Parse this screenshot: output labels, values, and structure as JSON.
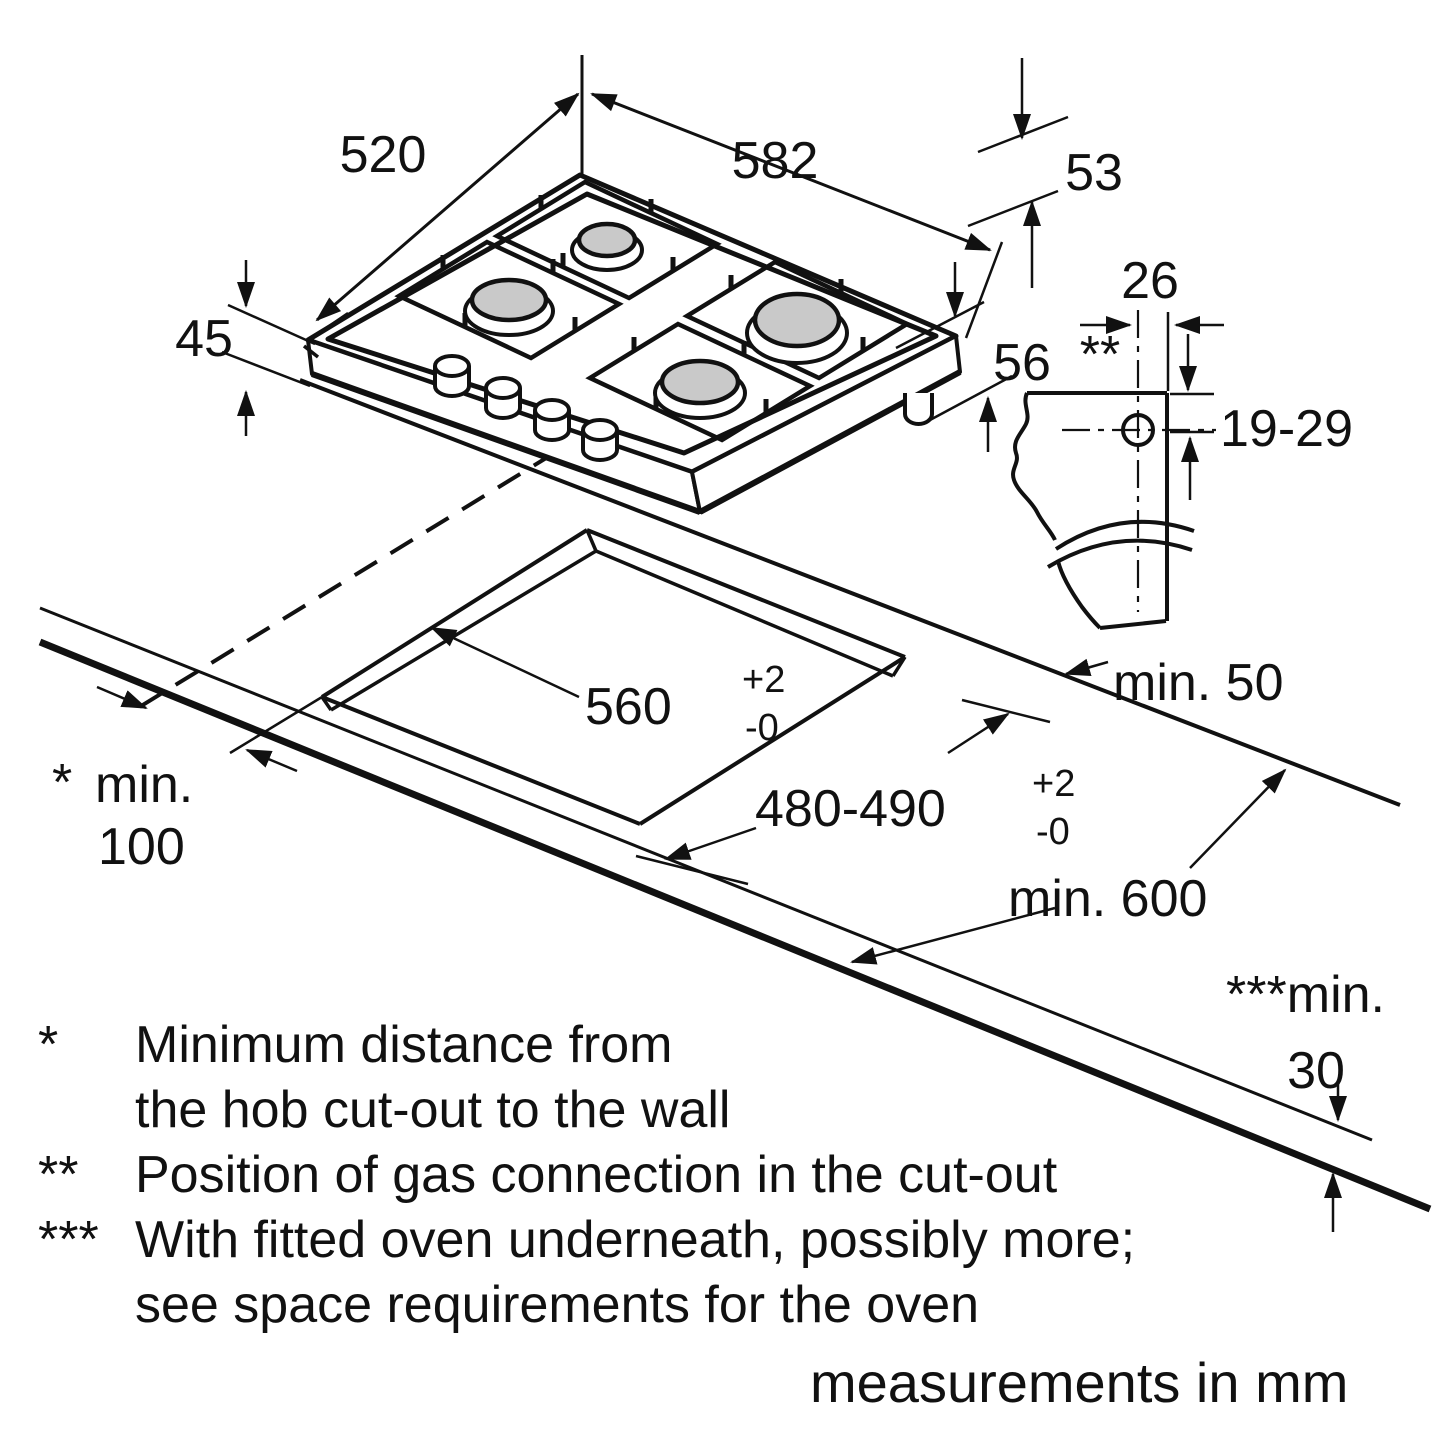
{
  "dims": {
    "d520": "520",
    "d582": "582",
    "d53": "53",
    "d45": "45",
    "d56": "56",
    "d26": "26",
    "gas_marker": "**",
    "gas_depth_range": "19-29",
    "cutout_width": "560",
    "cutout_depth": "480-490",
    "tol_plus": "+2",
    "tol_minus": "-0",
    "min50": "min. 50",
    "min100_marker": "*",
    "min100_word": "min.",
    "min100_value": "100",
    "min600": "min. 600",
    "min30_label": "***min.",
    "min30_value": "30"
  },
  "footnotes": [
    {
      "marker": "*",
      "text": "Minimum distance from"
    },
    {
      "marker": "",
      "text": "the hob cut-out to the wall"
    },
    {
      "marker": "**",
      "text": "Position of gas connection in the cut-out"
    },
    {
      "marker": "***",
      "text": "With fitted oven underneath, possibly more;"
    },
    {
      "marker": "",
      "text": "see space requirements for the oven"
    }
  ],
  "units_note": "measurements in mm"
}
